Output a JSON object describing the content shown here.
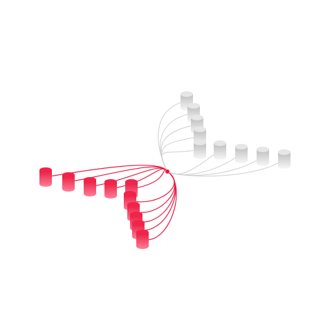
{
  "diagram": {
    "hub": {
      "color": "#e8193f"
    },
    "groups": [
      {
        "id": "red",
        "color": "#e8193f",
        "node_count": 10,
        "gradient": {
          "top": "#e8193f",
          "bottom": "#ff7f98"
        }
      },
      {
        "id": "gray",
        "color": "#cfcfcf",
        "node_count": 9,
        "gradient": {
          "top": "#bdbdbd",
          "bottom": "#f7f7f7"
        }
      }
    ]
  }
}
